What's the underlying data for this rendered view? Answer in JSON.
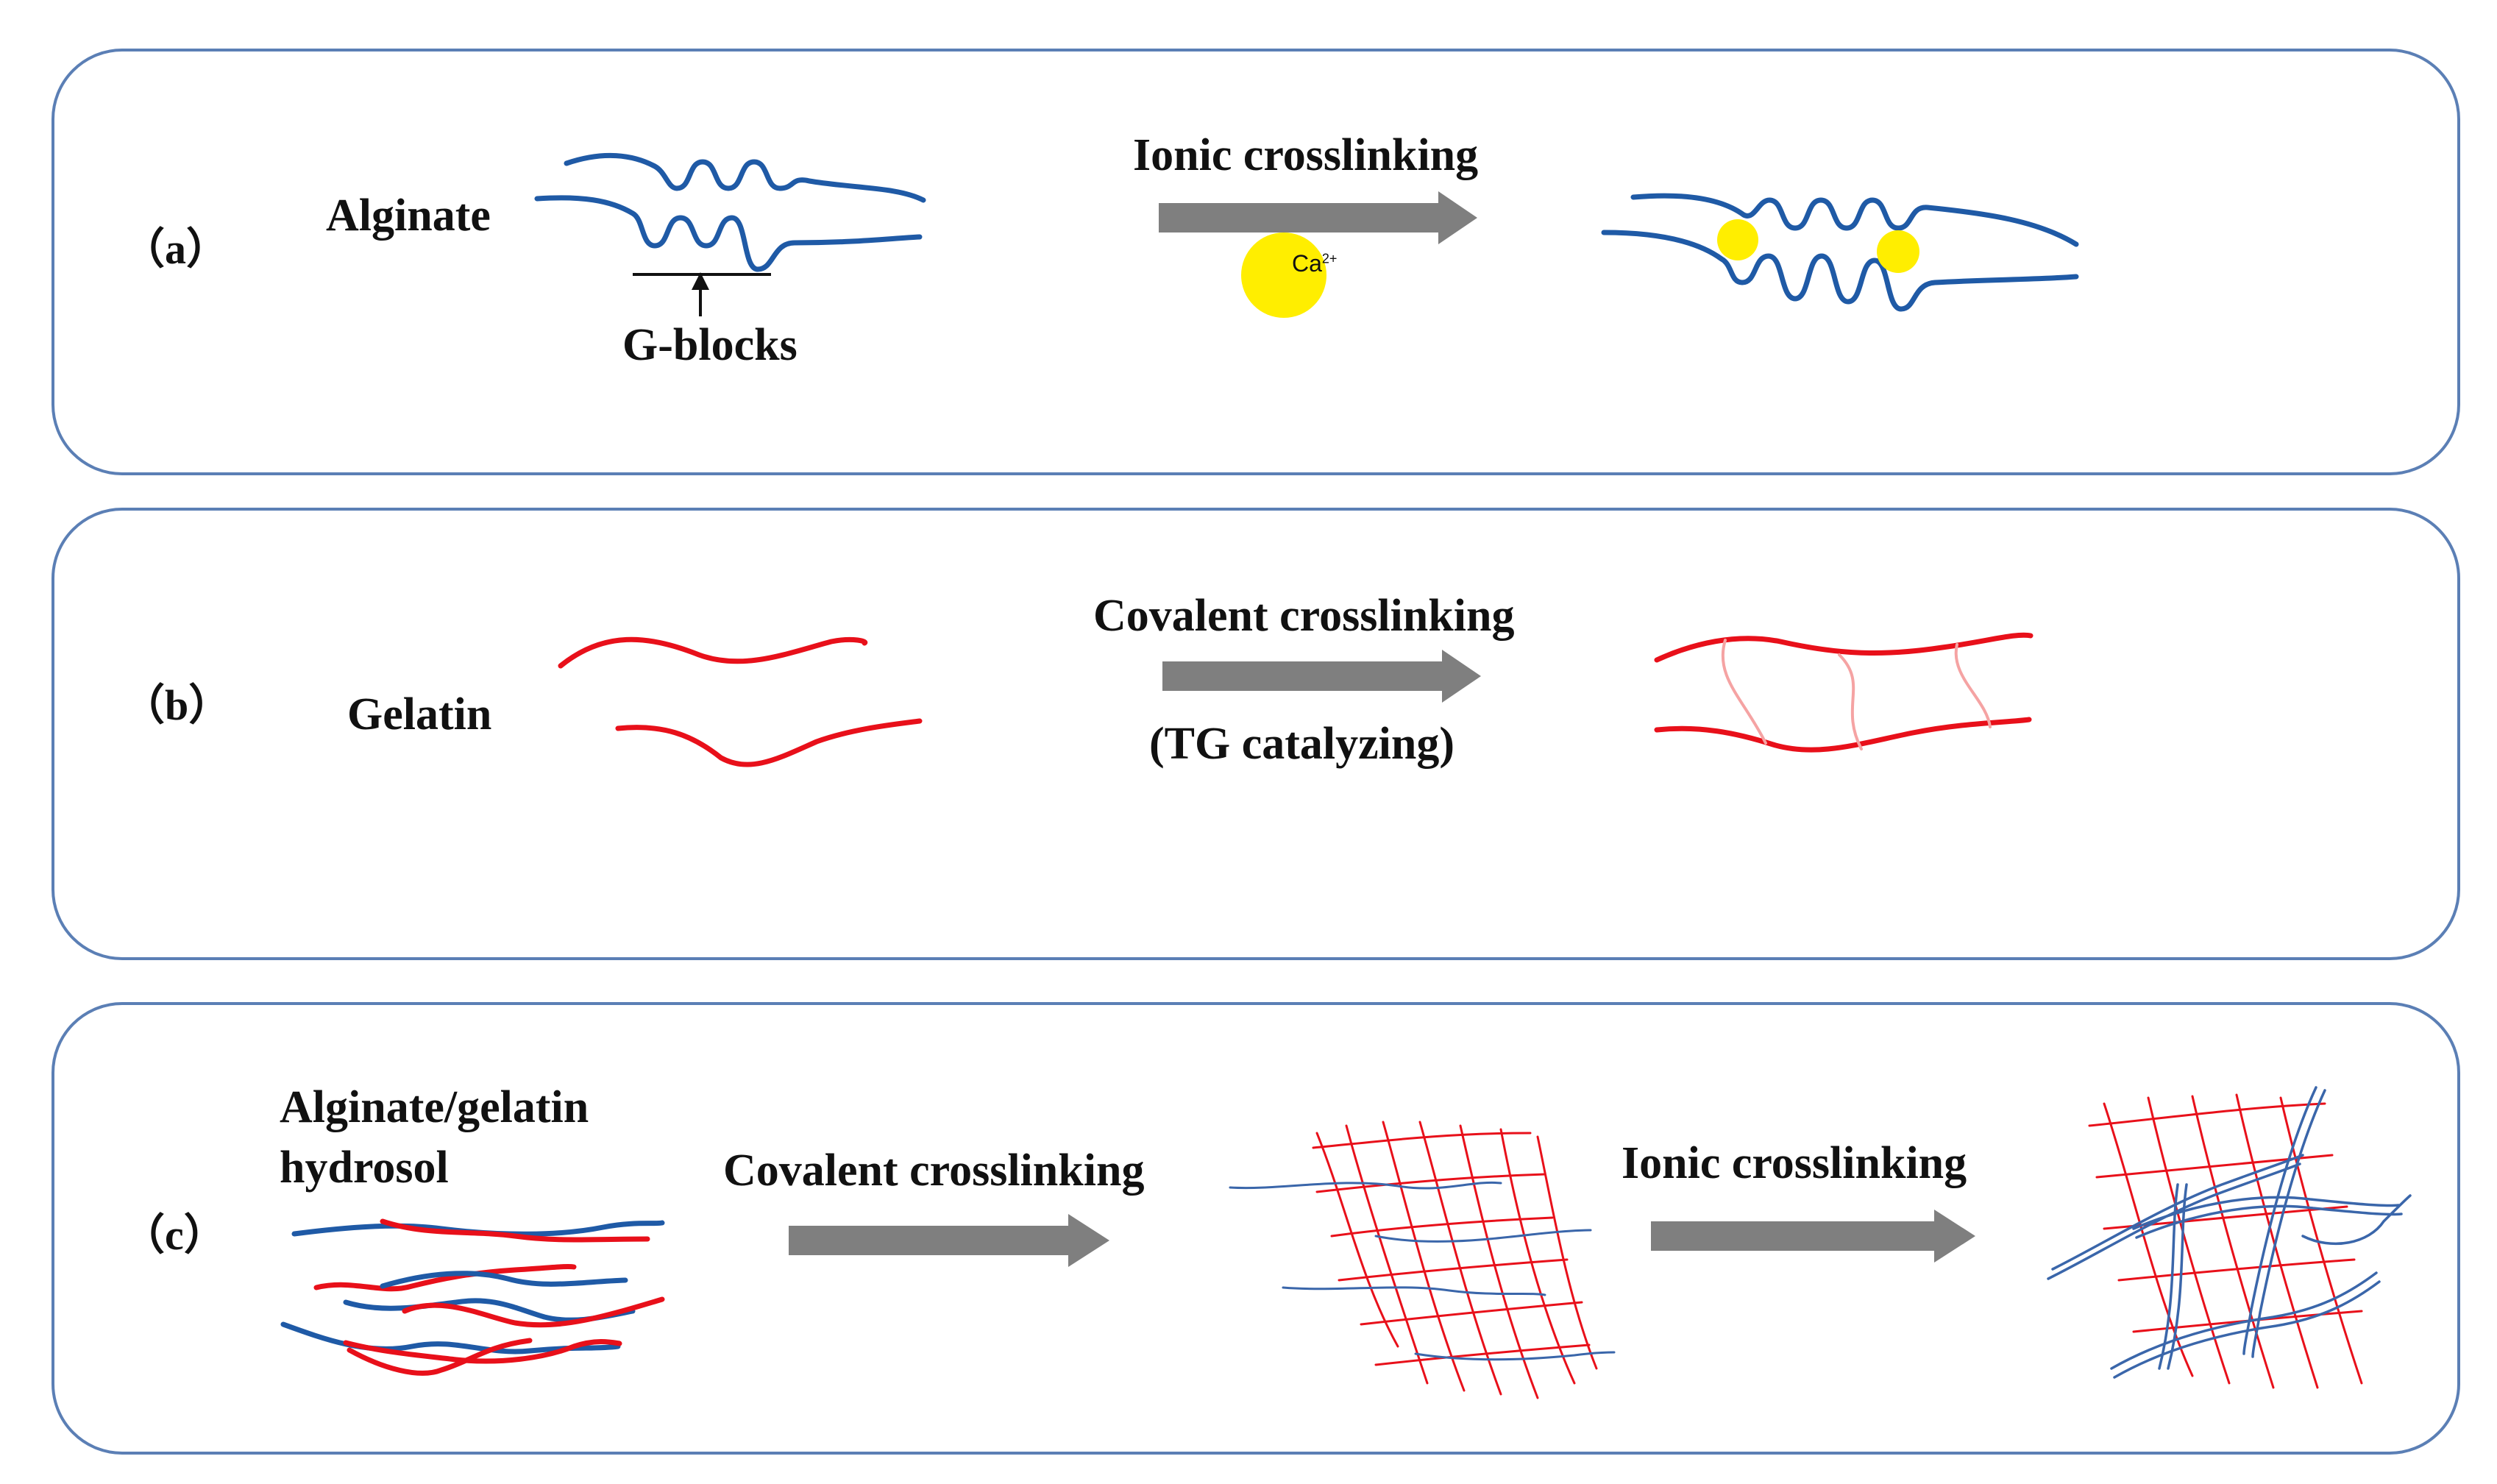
{
  "panels": {
    "a": {
      "letter": "（a）",
      "material": "Alginate",
      "gblocks": "G-blocks",
      "process": "Ionic crosslinking",
      "ion": "Ca",
      "ion_charge": "2+"
    },
    "b": {
      "letter": "（b）",
      "material": "Gelatin",
      "process": "Covalent crosslinking",
      "catalyst": "(TG catalyzing)"
    },
    "c": {
      "letter": "（c）",
      "material_line1": "Alginate/gelatin",
      "material_line2": "hydrosol",
      "process1": "Covalent crosslinking",
      "process2": "Ionic crosslinking"
    }
  },
  "colors": {
    "alginate": "#1f5aa6",
    "gelatin": "#e8101a",
    "calcium": "#ffee00",
    "arrow": "#7f7f7f",
    "border": "#5b7fb5"
  }
}
